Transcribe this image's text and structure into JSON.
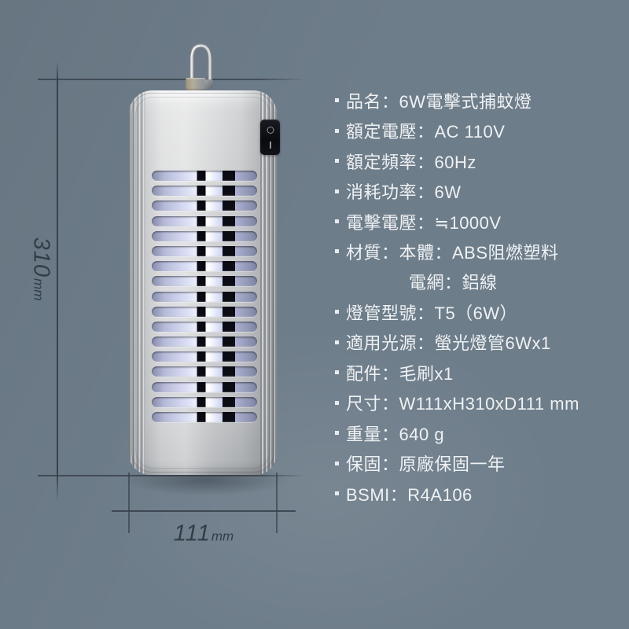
{
  "colors": {
    "background": "#6e7d8a",
    "spec_text": "#eef1f3",
    "dimension": "#39424c",
    "uv_glow": "#d5d9f2",
    "body_gray": "#cccdcf",
    "switch_black": "#0a0b0e"
  },
  "dimensions": {
    "height": {
      "value": "310",
      "unit": "mm"
    },
    "width": {
      "value": "111",
      "unit": "mm"
    }
  },
  "product_switch": {
    "off_mark": "O",
    "on_mark": "I"
  },
  "specs": [
    {
      "bullet": true,
      "indent": false,
      "text": "品名：6W電擊式捕蚊燈"
    },
    {
      "bullet": true,
      "indent": false,
      "text": "額定電壓：AC 110V"
    },
    {
      "bullet": true,
      "indent": false,
      "text": "額定頻率：60Hz"
    },
    {
      "bullet": true,
      "indent": false,
      "text": "消耗功率：6W"
    },
    {
      "bullet": true,
      "indent": false,
      "text": "電擊電壓：≒1000V"
    },
    {
      "bullet": true,
      "indent": false,
      "text": "材質：本體：ABS阻燃塑料"
    },
    {
      "bullet": false,
      "indent": true,
      "text": "電網：鋁線"
    },
    {
      "bullet": true,
      "indent": false,
      "text": "燈管型號：T5（6W）"
    },
    {
      "bullet": true,
      "indent": false,
      "text": "適用光源：螢光燈管6Wx1"
    },
    {
      "bullet": true,
      "indent": false,
      "text": "配件：毛刷x1"
    },
    {
      "bullet": true,
      "indent": false,
      "text": "尺寸：W111xH310xD111 mm"
    },
    {
      "bullet": true,
      "indent": false,
      "text": "重量：640 g"
    },
    {
      "bullet": true,
      "indent": false,
      "text": "保固：原廠保固一年"
    },
    {
      "bullet": true,
      "indent": false,
      "text": "BSMI：R4A106"
    }
  ],
  "grille": {
    "slot_count": 17
  }
}
